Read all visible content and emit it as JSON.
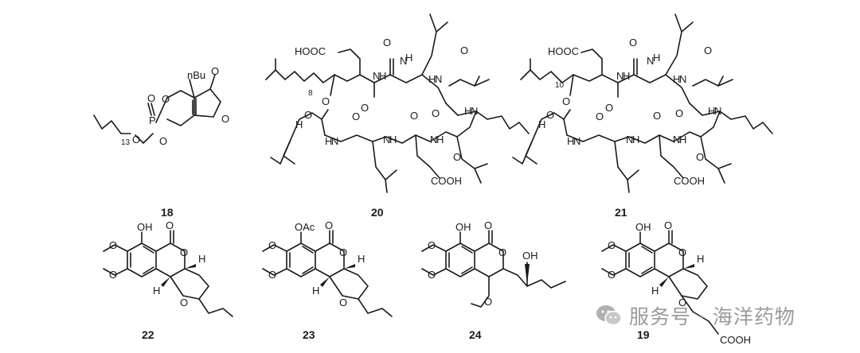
{
  "atoms": {
    "nBu": "nBu",
    "O": "O",
    "P": "P",
    "N": "N",
    "H": "H",
    "HOOC": "HOOC",
    "COOH": "COOH",
    "OH": "OH",
    "OAc": "OAc",
    "n13": "13",
    "n8": "8",
    "n10": "10"
  },
  "compounds": [
    "18",
    "19",
    "20",
    "21",
    "22",
    "23",
    "24"
  ],
  "watermark": {
    "text": "服务号 · 海洋药物"
  }
}
